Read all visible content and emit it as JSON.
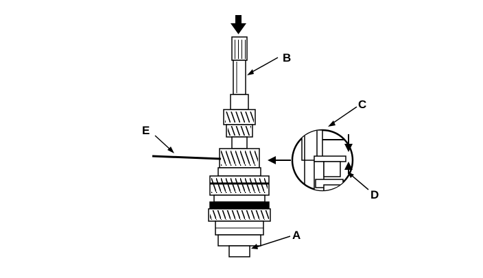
{
  "diagram": {
    "labels": {
      "a": "A",
      "b": "B",
      "c": "C",
      "d": "D",
      "e": "E"
    },
    "colors": {
      "ink": "#000000",
      "paper": "#ffffff"
    }
  }
}
